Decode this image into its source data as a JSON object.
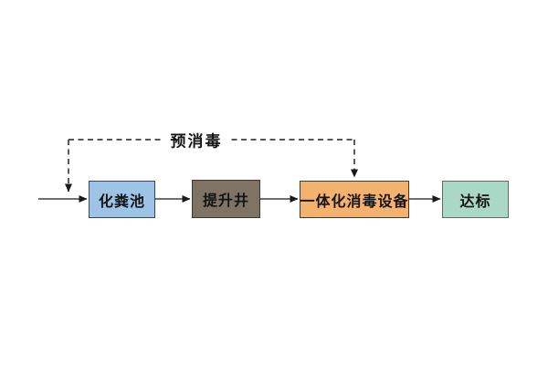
{
  "diagram": {
    "type": "flowchart",
    "feedback_label": "预消毒",
    "nodes": [
      {
        "id": "septic-tank",
        "label": "化粪池",
        "fill": "#9dc3e6"
      },
      {
        "id": "lift-well",
        "label": "提升井",
        "fill": "#7f7463"
      },
      {
        "id": "integrated-disinfection-unit",
        "label": "一体化消毒设备",
        "fill": "#f4b26e"
      },
      {
        "id": "compliant-discharge",
        "label": "达标",
        "fill": "#a9d9c6"
      }
    ],
    "edges": [
      {
        "from": "inlet",
        "to": "septic-tank",
        "style": "solid-arrow"
      },
      {
        "from": "septic-tank",
        "to": "lift-well",
        "style": "solid-arrow"
      },
      {
        "from": "lift-well",
        "to": "integrated-disinfection-unit",
        "style": "solid-arrow"
      },
      {
        "from": "integrated-disinfection-unit",
        "to": "compliant-discharge",
        "style": "solid-arrow"
      },
      {
        "from": "pre-disinfection",
        "to": "inlet",
        "style": "dashed-arrow"
      },
      {
        "from": "pre-disinfection",
        "to": "integrated-disinfection-unit",
        "style": "dashed-arrow"
      }
    ],
    "colors": {
      "line": "#3f3f3f",
      "arrowhead": "#1a1a1a",
      "text": "#141414",
      "background": "#ffffff"
    }
  }
}
